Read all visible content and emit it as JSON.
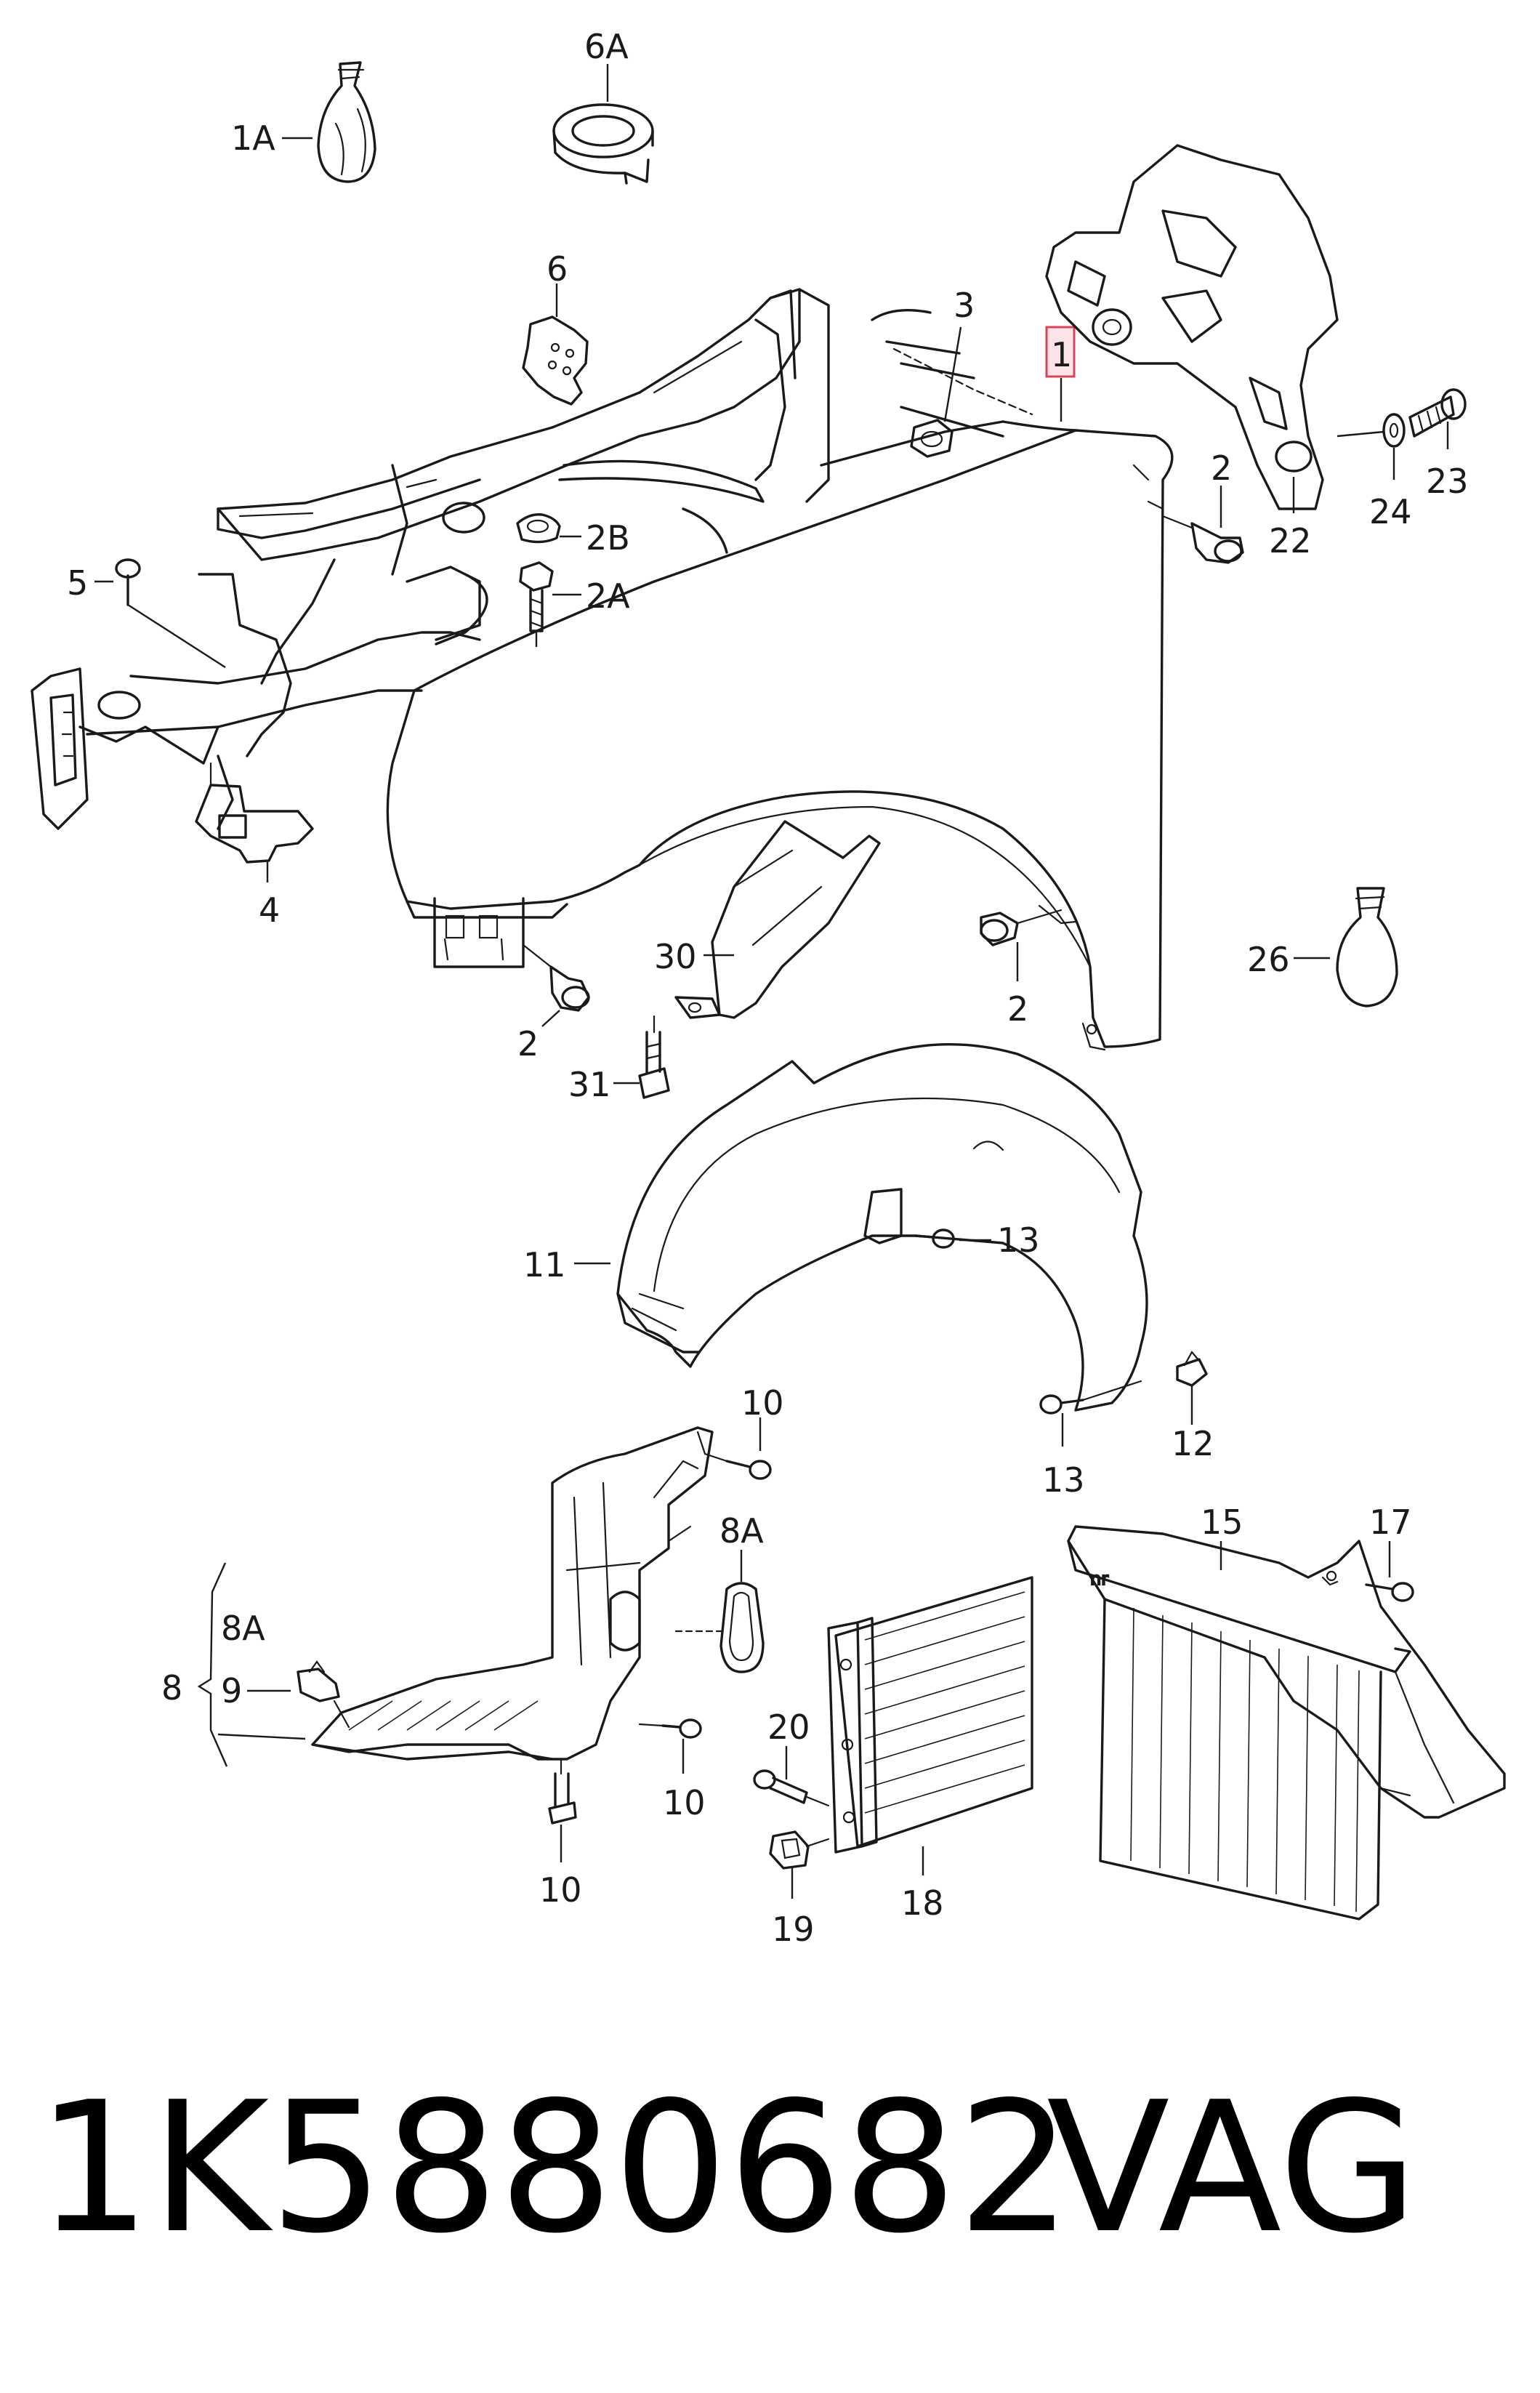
{
  "callouts": {
    "c1a": "1A",
    "c6a": "6A",
    "c6": "6",
    "c3": "3",
    "c1": "1",
    "c2_top": "2",
    "c22": "22",
    "c24": "24",
    "c23": "23",
    "c5": "5",
    "c2b": "2B",
    "c2a": "2A",
    "c4": "4",
    "c26": "26",
    "c30": "30",
    "c2_left": "2",
    "c2_right": "2",
    "c31": "31",
    "c11": "11",
    "c13_top": "13",
    "c13_bottom": "13",
    "c12": "12",
    "c10_top": "10",
    "c8a_right": "8A",
    "c8a_left": "8A",
    "c8": "8",
    "c9": "9",
    "c10_mid": "10",
    "c10_bottom": "10",
    "c20": "20",
    "c19": "19",
    "c18": "18",
    "c15": "15",
    "c17": "17",
    "bracket_marking": "nr"
  },
  "footer": {
    "part_number": "1K5880682",
    "brand": "VAG"
  },
  "highlighted_part": "1",
  "colors": {
    "highlight_fill": "#fbe3e8",
    "highlight_stroke": "#d9435a",
    "line": "#1a1a1a"
  }
}
